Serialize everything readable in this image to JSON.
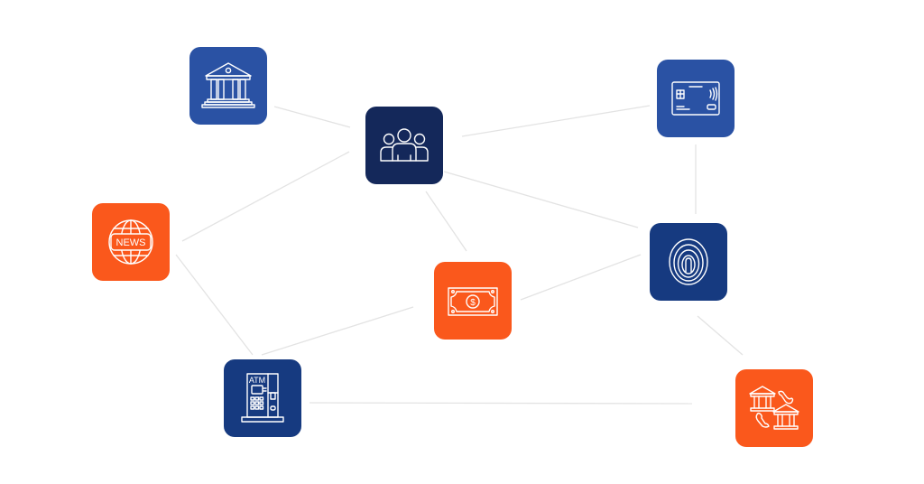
{
  "colors": {
    "blue": "#2a52a4",
    "navy": "#14285a",
    "dark_blue": "#163a80",
    "orange": "#fa581c",
    "edge": "#e3e3e3"
  },
  "nodes": [
    {
      "id": "bank",
      "icon": "bank-icon",
      "color": "blue"
    },
    {
      "id": "people",
      "icon": "people-group-icon",
      "color": "navy"
    },
    {
      "id": "card",
      "icon": "credit-card-icon",
      "color": "blue"
    },
    {
      "id": "news",
      "icon": "news-globe-icon",
      "color": "orange",
      "label": "NEWS"
    },
    {
      "id": "money",
      "icon": "banknote-icon",
      "color": "orange",
      "label": "$"
    },
    {
      "id": "fingerprint",
      "icon": "fingerprint-icon",
      "color": "dark_blue"
    },
    {
      "id": "atm",
      "icon": "atm-icon",
      "color": "dark_blue",
      "label": "ATM"
    },
    {
      "id": "bank-transfer",
      "icon": "bank-call-icon",
      "color": "orange"
    }
  ],
  "edges": [
    [
      "bank",
      "people"
    ],
    [
      "people",
      "card"
    ],
    [
      "people",
      "news"
    ],
    [
      "people",
      "money"
    ],
    [
      "people",
      "fingerprint"
    ],
    [
      "card",
      "fingerprint"
    ],
    [
      "news",
      "atm"
    ],
    [
      "atm",
      "money"
    ],
    [
      "money",
      "fingerprint"
    ],
    [
      "fingerprint",
      "bank-transfer"
    ],
    [
      "atm",
      "bank-transfer"
    ]
  ]
}
